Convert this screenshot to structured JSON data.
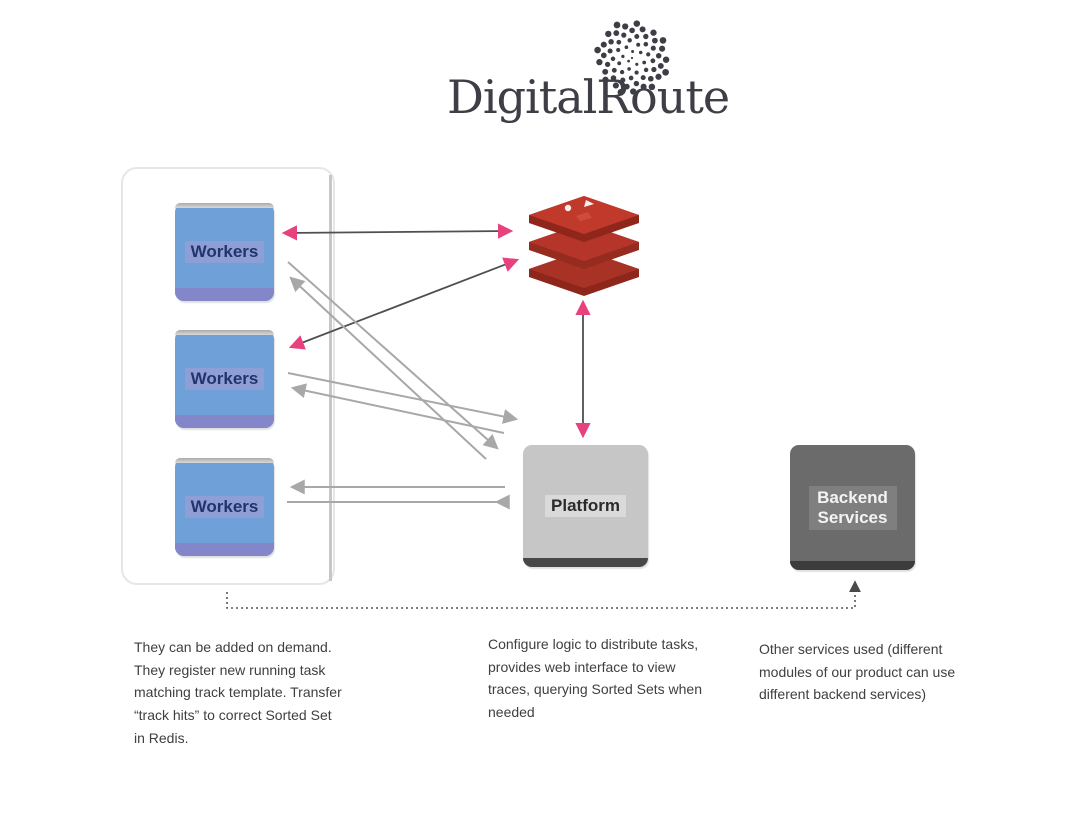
{
  "logo": {
    "text": "DigitalRoute"
  },
  "nodes": {
    "workers": {
      "label": "Workers"
    },
    "platform": {
      "label": "Platform"
    },
    "backend_services": {
      "label": "Backend Services"
    },
    "redis": {
      "icon": "redis-database-icon"
    }
  },
  "notes": {
    "workers_note_lines": [
      "They can be added on demand.",
      "They register new running task",
      "matching track template. Transfer",
      "“track hits” to correct Sorted Set",
      "in Redis."
    ],
    "platform_note_lines": [
      "Configure logic to distribute tasks,",
      "provides web interface to view",
      "traces, querying Sorted Sets when",
      "needed"
    ],
    "backend_note_lines": [
      "Other services used (different",
      "modules of our product can use",
      "different backend services)"
    ]
  },
  "edges": [
    {
      "from": "Workers (top)",
      "to": "Redis",
      "style": "solid dark line, pink arrowheads both ends"
    },
    {
      "from": "Workers (middle)",
      "to": "Redis",
      "style": "solid dark diagonal, pink arrowheads both ends"
    },
    {
      "from": "Redis",
      "to": "Platform",
      "style": "solid dark vertical, pink arrowheads both ends"
    },
    {
      "from": "Workers (top)",
      "to": "Platform",
      "style": "gray double-line arrows"
    },
    {
      "from": "Workers (middle)",
      "to": "Platform",
      "style": "gray double-line arrows"
    },
    {
      "from": "Workers (bottom)",
      "to": "Platform",
      "style": "gray double-line arrows"
    },
    {
      "from": "Workers group",
      "to": "Backend Services",
      "style": "dotted dark line with arrow into bottom of Backend Services"
    }
  ],
  "colors": {
    "arrow_accent_pink": "#e7417e",
    "dark_arrow": "#4f4f4f",
    "gray_arrow": "#a8a8a8",
    "worker_box_blue": "#6fa0d8",
    "worker_box_purple": "#8486ca",
    "worker_label_navy": "#24336b",
    "platform_gray": "#c6c6c6",
    "backend_gray": "#6b6b6b",
    "redis_red": "#a93226",
    "logo_charcoal": "#3e3e47"
  }
}
